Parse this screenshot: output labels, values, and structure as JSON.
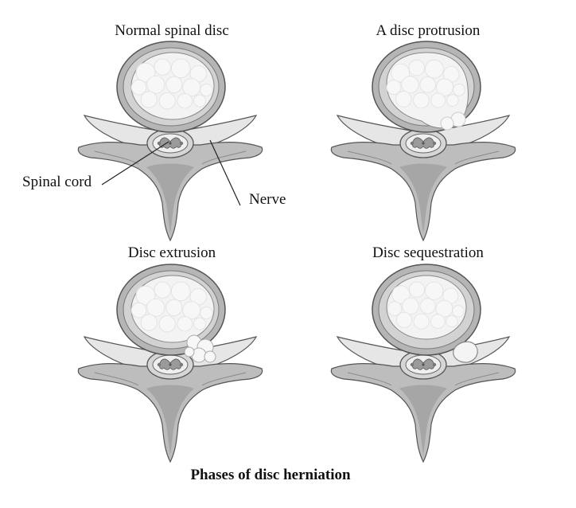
{
  "panels": [
    {
      "title": "Normal spinal disc"
    },
    {
      "title": "A disc protrusion"
    },
    {
      "title": "Disc extrusion"
    },
    {
      "title": "Disc sequestration"
    }
  ],
  "labels": {
    "spinal_cord": "Spinal cord",
    "nerve": "Nerve"
  },
  "caption": "Phases of disc herniation",
  "colors": {
    "bone": "#bdbdbd",
    "bone_dark": "#7a7a7a",
    "annulus": "#9a9a9a",
    "nucleus": "#f4f4f4",
    "nerve": "#e6e6e6",
    "outline": "#555555"
  }
}
